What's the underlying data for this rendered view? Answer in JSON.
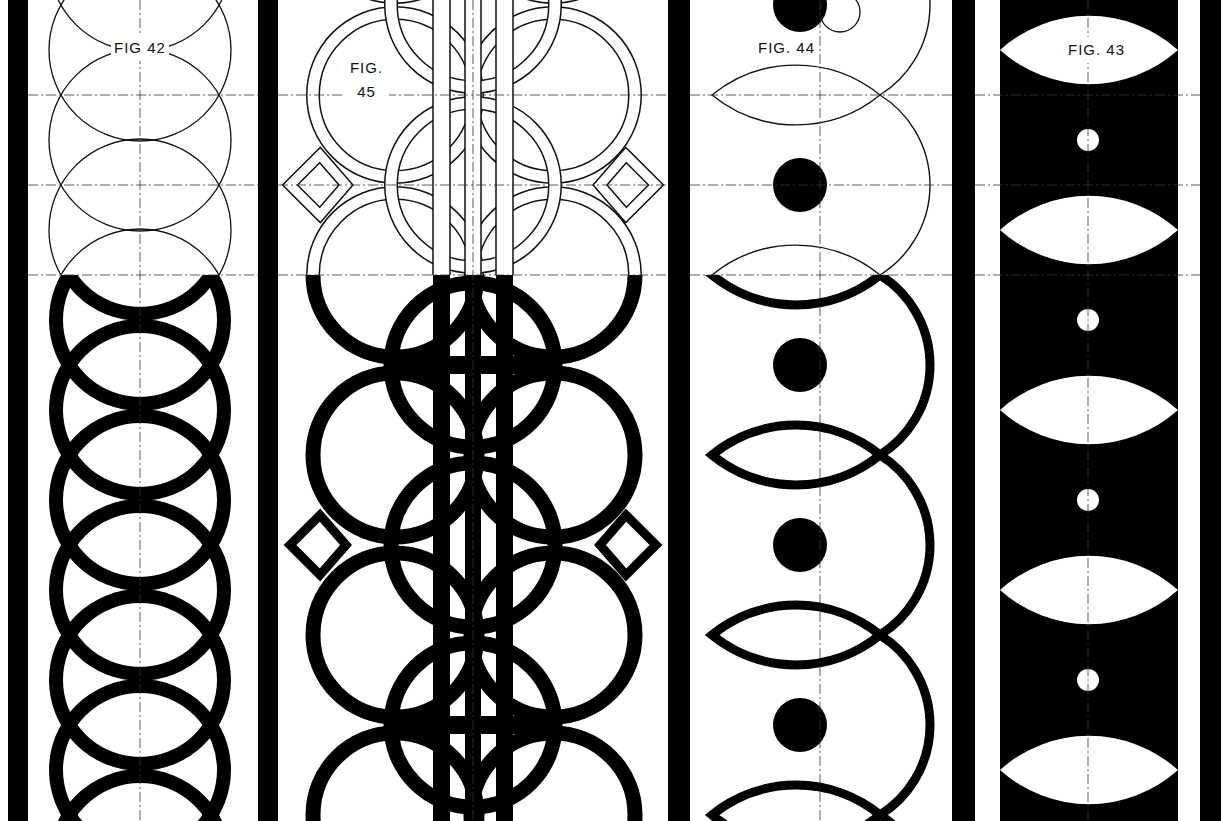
{
  "diagram": {
    "labels": [
      "FIG 42",
      "FIG. 45",
      "FIG. 44",
      "FIG. 43"
    ]
  }
}
